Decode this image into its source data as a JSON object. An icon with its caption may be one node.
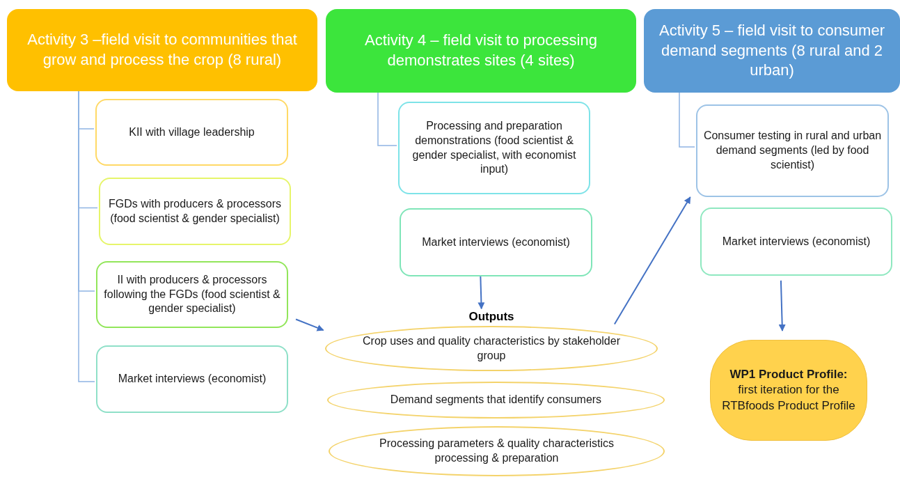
{
  "diagram": {
    "nodes": [
      {
        "text": [
          "Activity 3 –field visit to communities that grow and process the crop (8 rural)"
        ]
      },
      {
        "text": [
          "KII with village leadership"
        ]
      },
      {
        "text": [
          "FGDs with producers & processors (food scientist & gender specialist)"
        ]
      },
      {
        "text": [
          "II with producers & processors following the FGDs (food scientist & gender specialist)"
        ]
      },
      {
        "text": [
          "Market interviews (economist)"
        ]
      },
      {
        "text": [
          "Activity 4 –  field visit to processing demonstrates sites  (4 sites)"
        ]
      },
      {
        "text": [
          "Processing and preparation demonstrations (food scientist & gender specialist, with economist input)"
        ]
      },
      {
        "text": [
          "Market interviews (economist)"
        ]
      },
      {
        "text": [
          "Activity 5 – field visit to consumer demand segments  (8 rural and 2 urban)"
        ]
      },
      {
        "text": [
          "Consumer testing in rural and urban demand segments (led by food scientist)"
        ]
      },
      {
        "text": [
          "Market interviews (economist)"
        ]
      },
      {
        "text": [
          "Outputs",
          "Crop uses and quality characteristics by stakeholder group"
        ]
      },
      {
        "text": [
          "Demand segments that identify consumers"
        ]
      },
      {
        "text": [
          "Processing parameters & quality characteristics processing & preparation"
        ]
      },
      {
        "text": [
          "**WP1 Product Profile:** first iteration for the RTBfoods Product Profile"
        ]
      }
    ],
    "edges": [
      {
        "from": 0,
        "to": 1,
        "arrow": "none"
      },
      {
        "from": 0,
        "to": 2,
        "arrow": "none"
      },
      {
        "from": 0,
        "to": 3,
        "arrow": "none"
      },
      {
        "from": 0,
        "to": 4,
        "arrow": "none"
      },
      {
        "from": 5,
        "to": 6,
        "arrow": "none"
      },
      {
        "from": 8,
        "to": 9,
        "arrow": "none"
      },
      {
        "from": 3,
        "to": 11,
        "arrow": "to"
      },
      {
        "from": 7,
        "to": 11,
        "arrow": "to"
      },
      {
        "from": 11,
        "to": 9,
        "arrow": "to"
      },
      {
        "from": 10,
        "to": 14,
        "arrow": "to"
      }
    ]
  }
}
